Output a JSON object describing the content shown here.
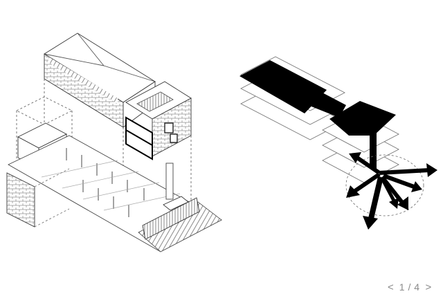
{
  "pager": {
    "prev_icon": "chevron-left-icon",
    "prev_label": "<",
    "counter": "1 / 4",
    "next_icon": "chevron-right-icon",
    "next_label": ">"
  },
  "colors": {
    "background": "#ffffff",
    "ink": "#000000",
    "line": "#444444",
    "hatch": "#6a6a6a",
    "pager_text": "#8a8a8a"
  },
  "left_drawing": {
    "type": "exploded-axonometric"
  },
  "right_drawing": {
    "type": "circulation-diagram",
    "arrow_count": 7
  }
}
